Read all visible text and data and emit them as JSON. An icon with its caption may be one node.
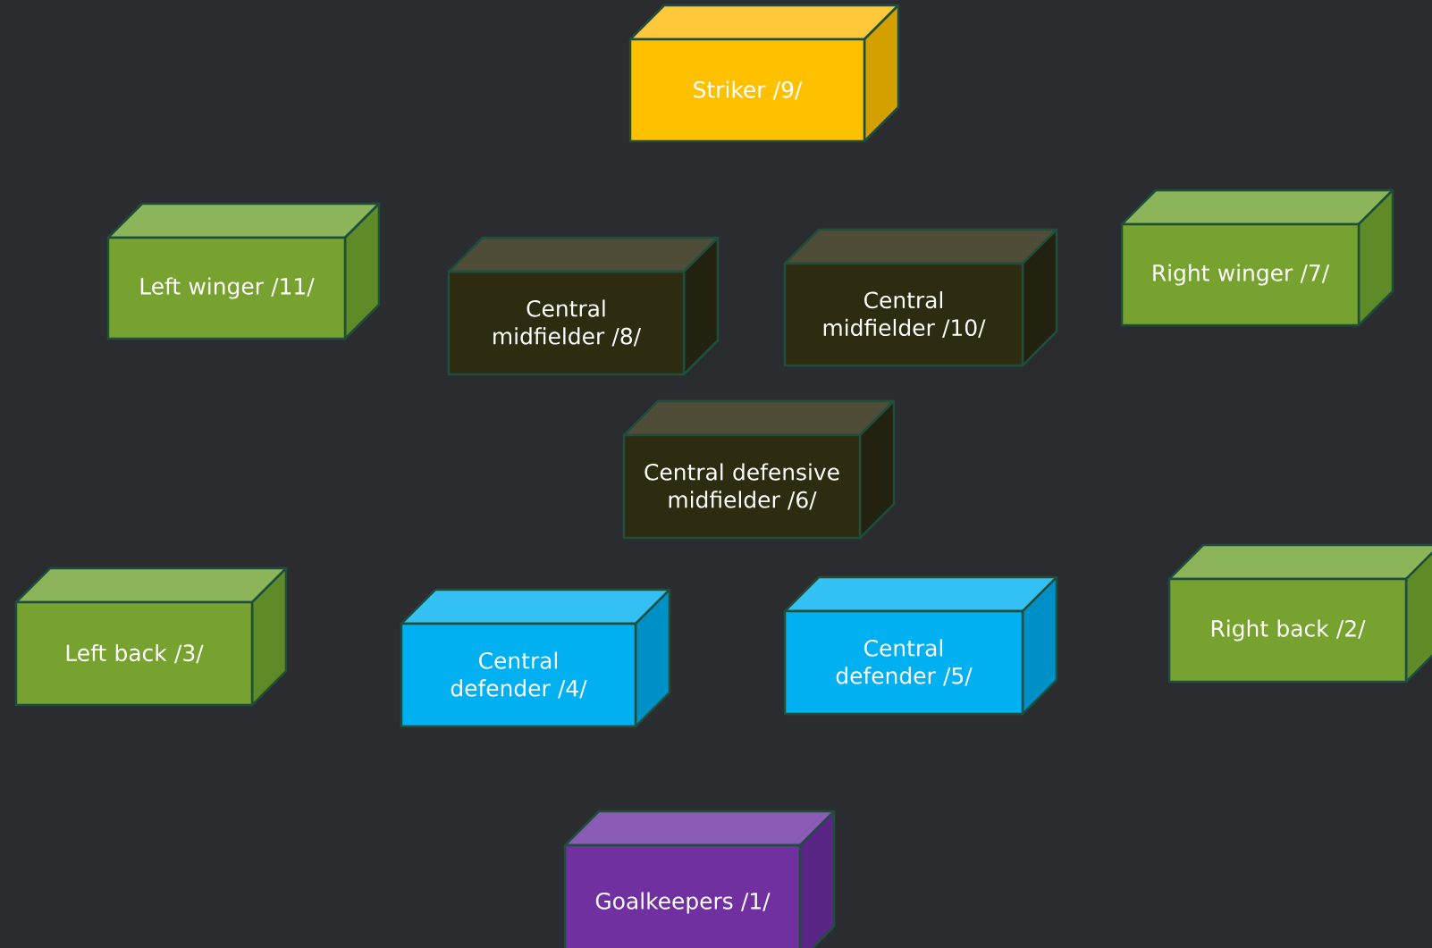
{
  "diagram": {
    "nodes": [
      {
        "text": [
          "Striker /9/"
        ]
      },
      {
        "text": [
          "Left winger /11/"
        ]
      },
      {
        "text": [
          "Central midfielder /8/"
        ]
      },
      {
        "text": [
          "Central midfielder /10/"
        ]
      },
      {
        "text": [
          "Right winger /7/"
        ]
      },
      {
        "text": [
          "Central defensive midfielder /6/"
        ]
      },
      {
        "text": [
          "Left back /3/"
        ]
      },
      {
        "text": [
          "Central defender /4/"
        ]
      },
      {
        "text": [
          "Central defender /5/"
        ]
      },
      {
        "text": [
          "Right back /2/"
        ]
      },
      {
        "text": [
          "Goalkeepers /1/"
        ]
      }
    ]
  }
}
